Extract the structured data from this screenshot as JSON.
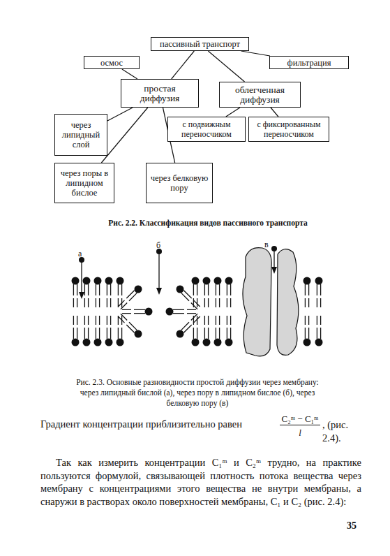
{
  "diagram": {
    "caption": "Рис. 2.2. Классификация видов пассивного транспорта",
    "nodes": [
      {
        "text": [
          "пассивный транспорт"
        ]
      },
      {
        "text": [
          "осмос"
        ]
      },
      {
        "text": [
          "фильтрация"
        ]
      },
      {
        "text": [
          "простая диффузия"
        ]
      },
      {
        "text": [
          "облегченная диффузия"
        ]
      },
      {
        "text": [
          "через липидный слой"
        ]
      },
      {
        "text": [
          "с подвижным переносчиком"
        ]
      },
      {
        "text": [
          "с фиксированным переносчиком"
        ]
      },
      {
        "text": [
          "через поры в липидном бислое"
        ]
      },
      {
        "text": [
          "через белковую пору"
        ]
      }
    ],
    "edges": [
      {
        "from": 0,
        "to": 3,
        "arrow": "none"
      },
      {
        "from": 0,
        "to": 4,
        "arrow": "none"
      },
      {
        "from": 0,
        "to": 2,
        "arrow": "none"
      },
      {
        "from": 3,
        "to": 1,
        "arrow": "none"
      },
      {
        "from": 3,
        "to": 5,
        "arrow": "none"
      },
      {
        "from": 3,
        "to": 8,
        "arrow": "none"
      },
      {
        "from": 3,
        "to": 9,
        "arrow": "none"
      },
      {
        "from": 4,
        "to": 6,
        "arrow": "none"
      },
      {
        "from": 4,
        "to": 7,
        "arrow": "none"
      }
    ],
    "labels": [
      "а",
      "б",
      "в",
      "Рис. 2.3. Основные разновидности простой диффузии через мембрану: через липидный бислой (а), через пору в липидном бислое (б), через белковую пору (в)",
      "Градиент концентрации приблизительно равен",
      "C₂ᵐ − C₁ᵐ",
      "l",
      ", (рис. 2.4).",
      "Так как измерить концентрации C₁ᵐ и C₂ᵐ трудно, на практике пользуются формулой, связывающей плотность потока вещества через мембрану с концентрациями этого вещества не внутри мембраны, а снаружи в растворах около поверхностей мембраны, C₁ и C₂ (рис. 2.4):",
      "35"
    ]
  }
}
